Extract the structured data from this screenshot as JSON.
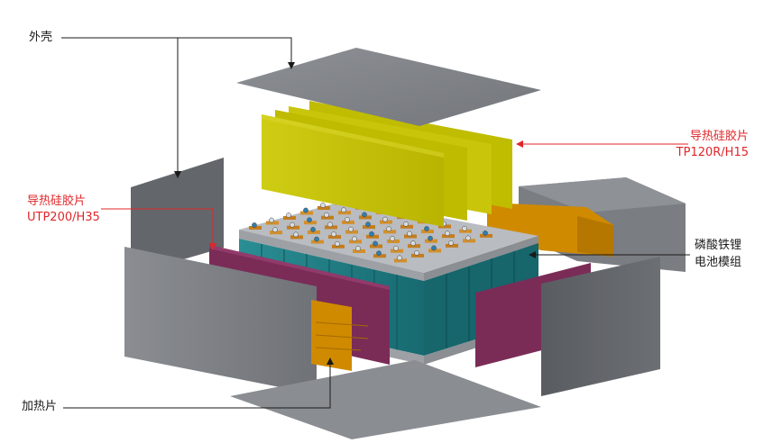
{
  "labels": {
    "shell": "外壳",
    "pad_top_line1": "导热硅胶片",
    "pad_top_line2": "TP120R/H15",
    "pad_left_line1": "导热硅胶片",
    "pad_left_line2": "UTP200/H35",
    "module_line1": "磷酸铁锂",
    "module_line2": "电池模组",
    "heater": "加热片"
  },
  "colors": {
    "shell_panel": "#7f8287",
    "shell_panel_dark": "#5d6065",
    "thermal_pad_yellow": "#c8c400",
    "heater_orange": "#d08a00",
    "thermal_pad_purple": "#7a2c57",
    "battery_teal": "#1e7f86",
    "leader_line_red": "#e0262a",
    "leader_line_dark": "#1a1a1a"
  }
}
